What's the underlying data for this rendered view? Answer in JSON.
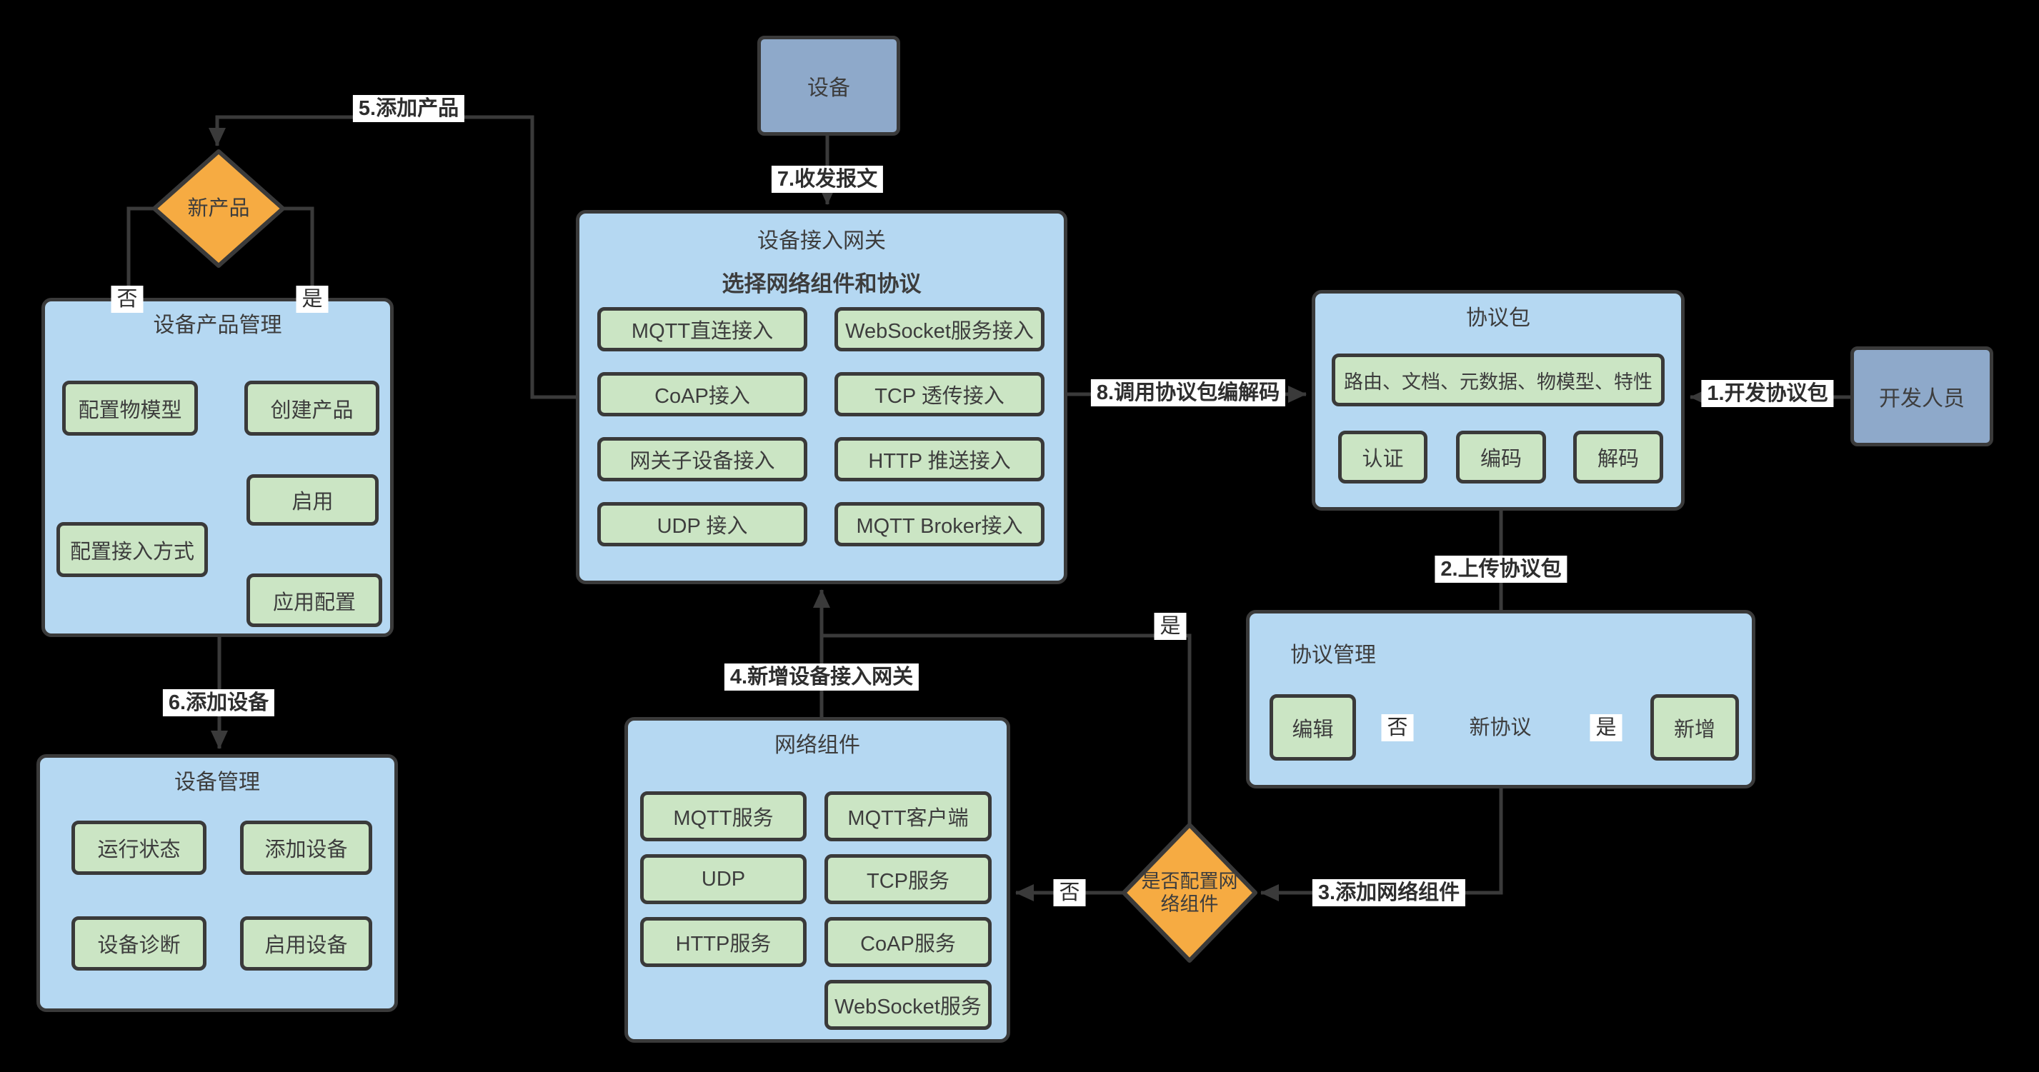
{
  "colors": {
    "background": "#000000",
    "container_fill": "#b5d8f2",
    "button_fill": "#cbe5c4",
    "actor_fill": "#8ea9ca",
    "decision_fill": "#f6ab42",
    "stroke": "#3a3a3a",
    "label_bg": "#ffffff"
  },
  "actors": {
    "device": "设备",
    "developer": "开发人员"
  },
  "gateway": {
    "title": "设备接入网关",
    "subtitle": "选择网络组件和协议",
    "buttons": [
      "MQTT直连接入",
      "WebSocket服务接入",
      "CoAP接入",
      "TCP 透传接入",
      "网关子设备接入",
      "HTTP 推送接入",
      "UDP 接入",
      "MQTT Broker接入"
    ]
  },
  "product_mgmt": {
    "title": "设备产品管理",
    "config_model": "配置物模型",
    "create_product": "创建产品",
    "config_access": "配置接入方式",
    "enable": "启用",
    "app_config": "应用配置"
  },
  "device_mgmt": {
    "title": "设备管理",
    "buttons": [
      "运行状态",
      "添加设备",
      "设备诊断",
      "启用设备"
    ]
  },
  "network": {
    "title": "网络组件",
    "buttons": [
      "MQTT服务",
      "MQTT客户端",
      "UDP",
      "TCP服务",
      "HTTP服务",
      "CoAP服务",
      "WebSocket服务"
    ]
  },
  "protocol_pkg": {
    "title": "协议包",
    "features": "路由、文档、元数据、物模型、特性",
    "buttons": [
      "认证",
      "编码",
      "解码"
    ]
  },
  "protocol_mgmt": {
    "title": "协议管理",
    "edit": "编辑",
    "add": "新增"
  },
  "decisions": {
    "new_product": "新产品",
    "new_protocol": "新协议",
    "configure_network_line1": "是否配置网",
    "configure_network_line2": "络组件"
  },
  "edge_labels": {
    "step1": "1.开发协议包",
    "step2": "2.上传协议包",
    "step3": "3.添加网络组件",
    "step4": "4.新增设备接入网关",
    "step5": "5.添加产品",
    "step6": "6.添加设备",
    "step7": "7.收发报文",
    "step8": "8.调用协议包编解码",
    "yes": "是",
    "no": "否"
  }
}
